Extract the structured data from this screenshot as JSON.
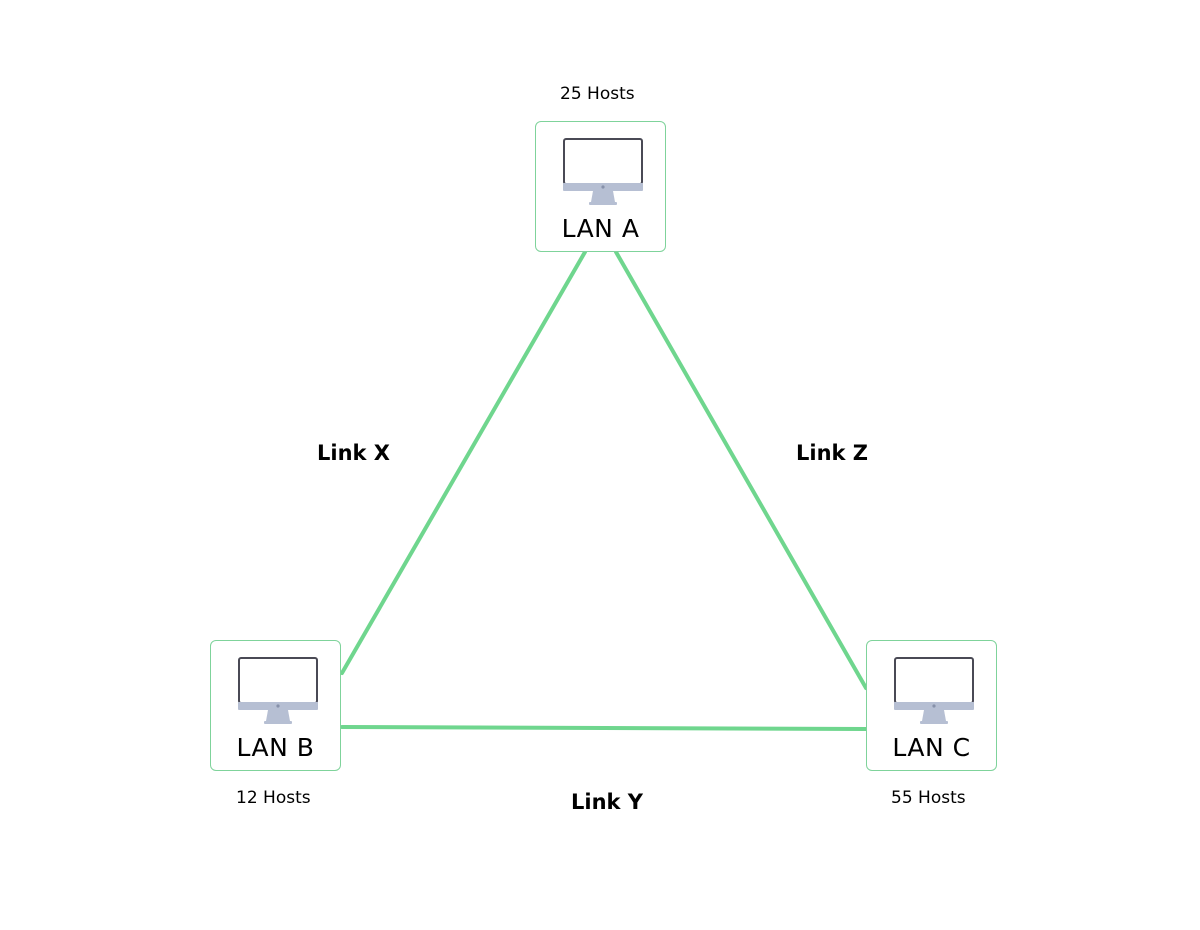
{
  "colors": {
    "link": "#6fd68e",
    "node_border": "#7fd39b",
    "monitor_frame": "#4a4a55",
    "monitor_stand": "#b6bfd3"
  },
  "nodes": {
    "a": {
      "label": "LAN A",
      "hosts": "25 Hosts",
      "icon": "monitor-icon"
    },
    "b": {
      "label": "LAN B",
      "hosts": "12 Hosts",
      "icon": "monitor-icon"
    },
    "c": {
      "label": "LAN C",
      "hosts": "55 Hosts",
      "icon": "monitor-icon"
    }
  },
  "links": {
    "x": {
      "label": "Link X",
      "from": "LAN A",
      "to": "LAN B"
    },
    "y": {
      "label": "Link Y",
      "from": "LAN B",
      "to": "LAN C"
    },
    "z": {
      "label": "Link Z",
      "from": "LAN A",
      "to": "LAN C"
    }
  }
}
